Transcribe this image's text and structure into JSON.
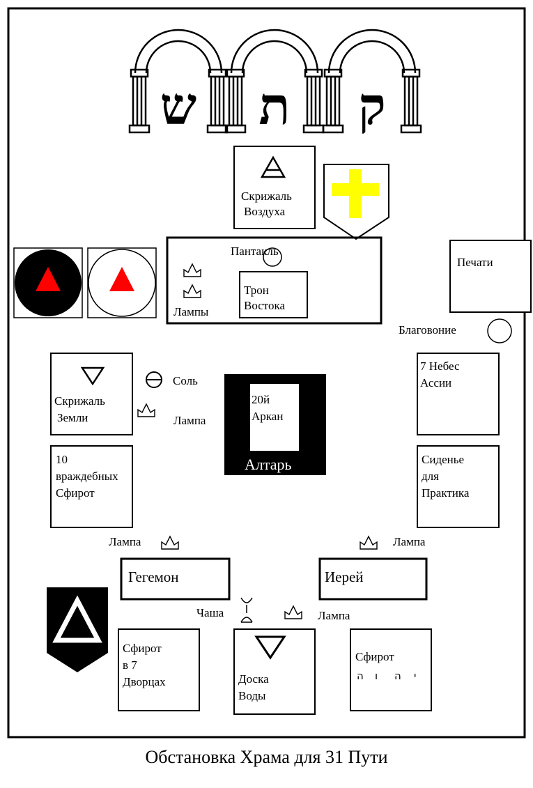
{
  "hebrew_letters": [
    "ש",
    "ת",
    "ק"
  ],
  "labels": {
    "tablet_air": [
      "Скрижаль",
      "Воздуха"
    ],
    "pentacle": "Пантакль",
    "lamps": "Лампы",
    "throne_east": [
      "Трон",
      "Востока"
    ],
    "seals": "Печати",
    "incense": "Благовоние",
    "tablet_earth": [
      "Скрижаль",
      "Земли"
    ],
    "salt": "Соль",
    "lamp": "Лампа",
    "arcanum": [
      "20й",
      "Аркан"
    ],
    "altar": "Алтарь",
    "seven_heavens": [
      "7 Небес",
      "Ассии"
    ],
    "hostile_sephiroth": [
      "10",
      "враждебных",
      "Сфирот"
    ],
    "practitioner_seat": [
      "Сиденье",
      "для",
      "Практика"
    ],
    "hegemon": "Гегемон",
    "hiereus": "Иерей",
    "cup": "Чаша",
    "sephiroth_palaces": [
      "Сфирот",
      "в 7",
      "Дворцах"
    ],
    "water_board": [
      "Доска",
      "Воды"
    ],
    "sephiroth": "Сфирот",
    "tetragrammaton": [
      "ה",
      "ו",
      "ה",
      "י"
    ]
  },
  "caption": "Обстановка Храма для 31 Пути",
  "colors": {
    "cross": "#ffff00",
    "triangle_red": "#ff0000",
    "altar": "#000000"
  },
  "icons": [
    "fire-triangle-icon",
    "air-triangle-icon",
    "earth-triangle-icon",
    "water-triangle-icon",
    "crown-lamp-icon",
    "salt-icon",
    "cup-icon",
    "cross-banner-icon"
  ]
}
